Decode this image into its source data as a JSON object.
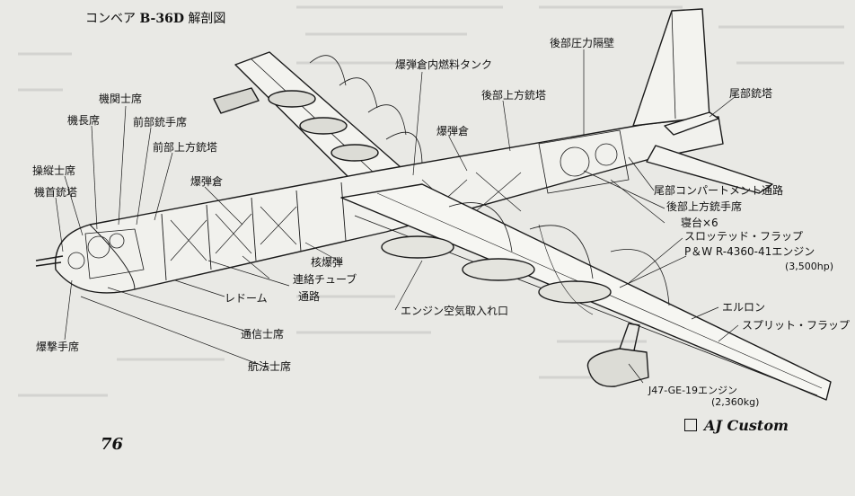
{
  "title": {
    "prefix": "コンベア",
    "model": "B-36D",
    "suffix": "解剖図"
  },
  "labels": {
    "kikan": "機関士席",
    "kicho": "機長席",
    "zenbu_jushu": "前部銃手席",
    "zenbu_joho": "前部上方銃塔",
    "soju": "操縦士席",
    "kishu": "機首銃塔",
    "bakugeki": "爆撃手席",
    "bakudan_so": "爆弾倉",
    "bakudan_tank": "爆弾倉内燃料タンク",
    "bakudan_so2": "爆弾倉",
    "kobu_joho": "後部上方銃塔",
    "kobu_atsuryoku": "後部圧力隔壁",
    "bido": "尾部銃塔",
    "bido_tsuro": "尾部コンパートメント通路",
    "kobu_jushu": "後部上方銃手席",
    "shindai": "寝台×6",
    "slotted": "スロッテッド・フラップ",
    "pw_engine": "P＆W R-4360-41エンジン",
    "pw_power": "(3,500hp)",
    "aileron": "エルロン",
    "split": "スプリット・フラップ",
    "jet_engine": "J47-GE-19エンジン",
    "jet_thrust": "(2,360kg)",
    "kaku": "核爆弾",
    "renraku": "連絡チューブ",
    "tsuro": "通路",
    "radome": "レドーム",
    "intake": "エンジン空気取入れ口",
    "tsushin": "通信士席",
    "kohou": "航法士席"
  },
  "page_number": "76",
  "credit": "AJ Custom"
}
